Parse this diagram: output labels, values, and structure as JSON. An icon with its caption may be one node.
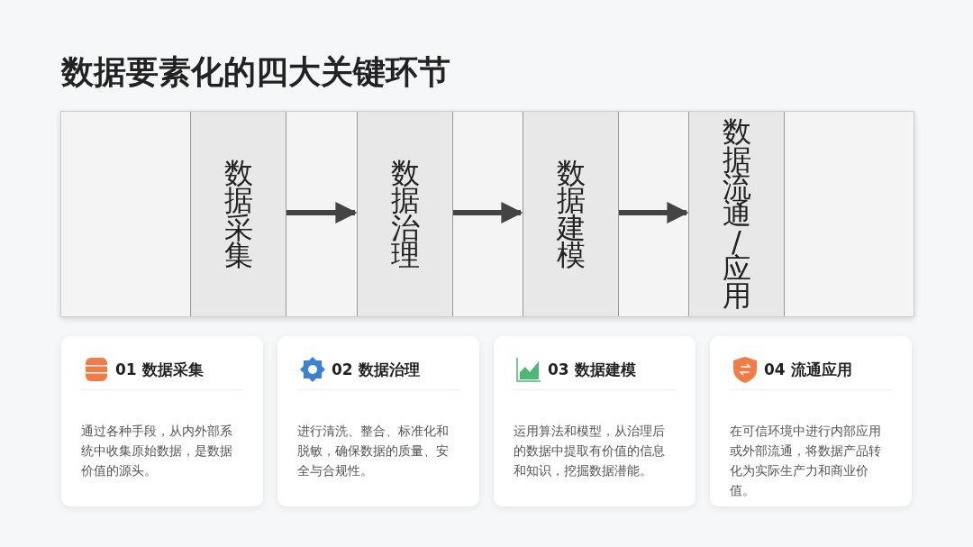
{
  "diagram": {
    "title": "数据要素化的四大关键环节",
    "nodes": [
      {
        "text": [
          "数据采集"
        ]
      },
      {
        "text": [
          "数据治理"
        ]
      },
      {
        "text": [
          "数据建模"
        ]
      },
      {
        "text": [
          "数据流通/应用"
        ]
      },
      {
        "text": [
          "01 数据采集",
          "通过各种手段，从内外部系统中收集原始数据，是数据价值的源头。"
        ]
      },
      {
        "text": [
          "02 数据治理",
          "进行清洗、整合、标准化和脱敏，确保数据的质量、安全与合规性。"
        ]
      },
      {
        "text": [
          "03 数据建模",
          "运用算法和模型，从治理后的数据中提取有价值的信息和知识，挖掘数据潜能。"
        ]
      },
      {
        "text": [
          "04 流通应用",
          "在可信环境中进行内部应用或外部流通，将数据产品转化为实际生产力和商业价值。"
        ]
      }
    ],
    "edges": [
      {
        "from": 0,
        "to": 1,
        "arrow": "to"
      },
      {
        "from": 1,
        "to": 2,
        "arrow": "to"
      },
      {
        "from": 2,
        "to": 3,
        "arrow": "to"
      }
    ]
  }
}
